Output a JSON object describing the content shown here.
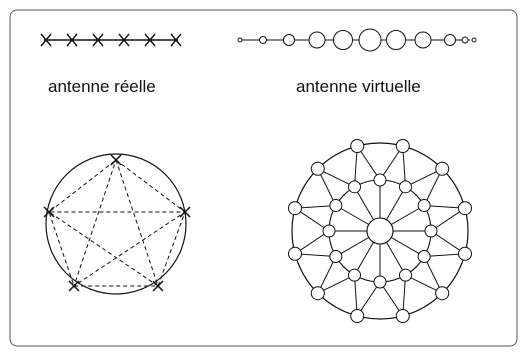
{
  "labels": {
    "real_antenna": "antenne réelle",
    "virtual_antenna": "antenne virtuelle"
  },
  "diagram": {
    "real_linear_array": {
      "element_count": 6,
      "marker": "x-mark"
    },
    "virtual_linear_array": {
      "element_count": 11,
      "marker": "circle"
    },
    "real_circular_array": {
      "element_count": 5,
      "connections": "dashed pentagon and pentagram"
    },
    "virtual_circular_array": {
      "rings": 3,
      "spokes": 12,
      "center_node": true
    }
  },
  "colors": {
    "stroke": "#111111",
    "background": "#ffffff"
  }
}
